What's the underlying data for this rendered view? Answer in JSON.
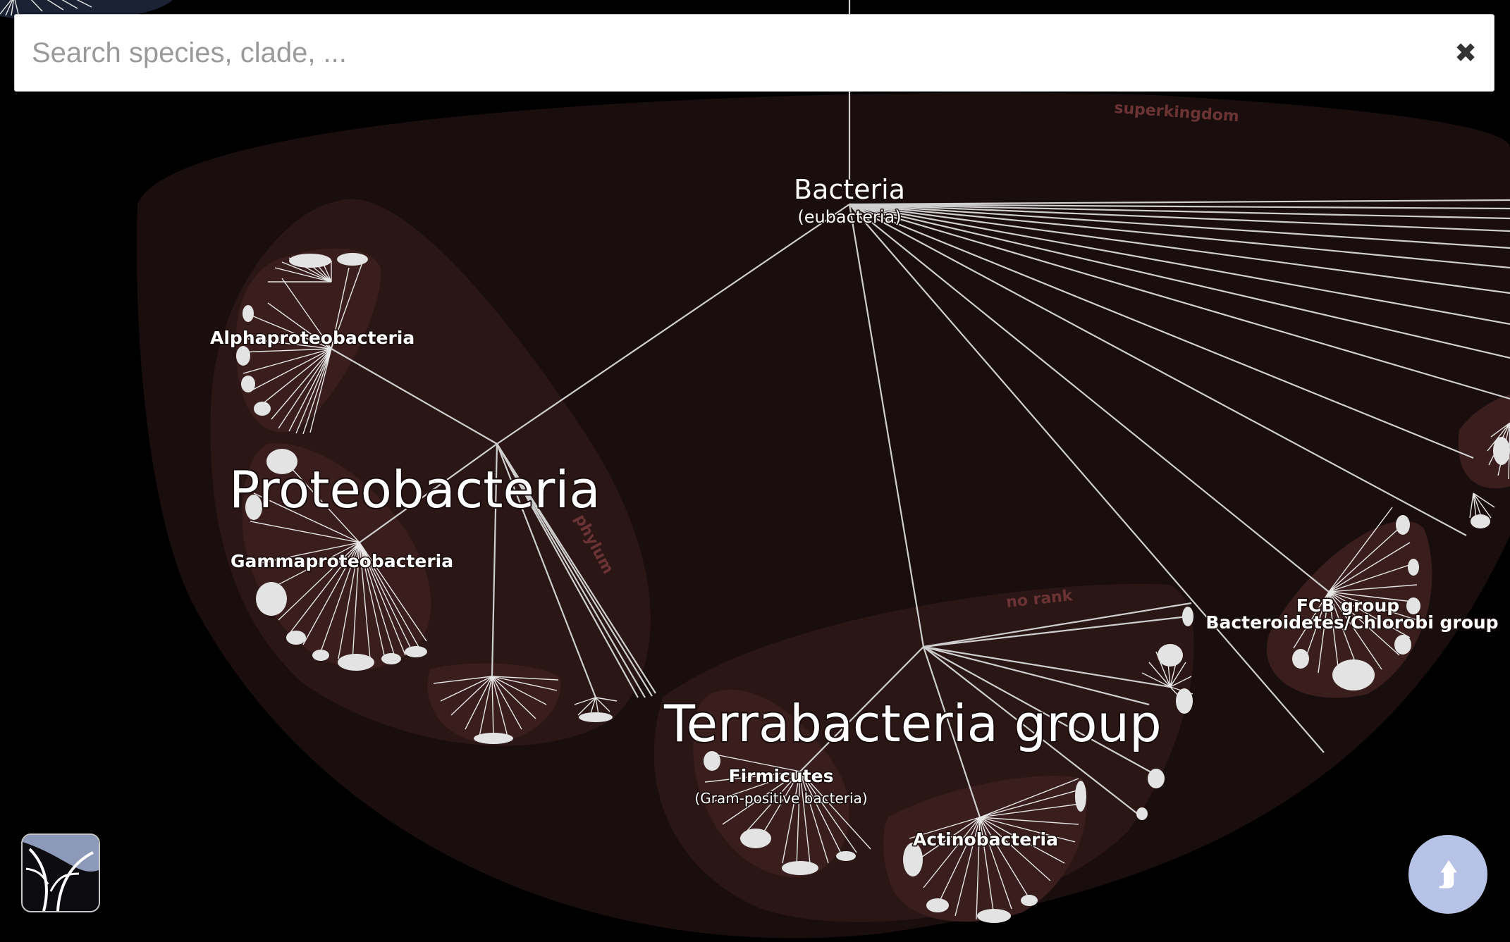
{
  "search": {
    "placeholder": "Search species, clade, ...",
    "clear_icon": "close-icon",
    "clear_glyph": "✖"
  },
  "tree": {
    "ranks": {
      "superkingdom": "superkingdom",
      "phylum": "phylum",
      "no_rank": "no rank"
    },
    "root": {
      "name": "Bacteria",
      "common": "(eubacteria)"
    },
    "clades": {
      "proteobacteria": "Proteobacteria",
      "alphaproteobacteria": "Alphaproteobacteria",
      "gammaproteobacteria": "Gammaproteobacteria",
      "terrabacteria": "Terrabacteria group",
      "firmicutes": "Firmicutes",
      "firmicutes_common": "(Gram-positive bacteria)",
      "actinobacteria": "Actinobacteria",
      "fcb": "FCB group",
      "fcb_sub": "Bacteroidetes/Chlorobi group"
    }
  },
  "controls": {
    "logo_icon": "tree-logo-icon",
    "up_icon": "arrow-up-icon",
    "up_glyph": "⮭"
  },
  "colors": {
    "background": "#000000",
    "region": "#1a0d0d",
    "branch": "#cfcfcf",
    "accent": "#b6c3e6"
  }
}
